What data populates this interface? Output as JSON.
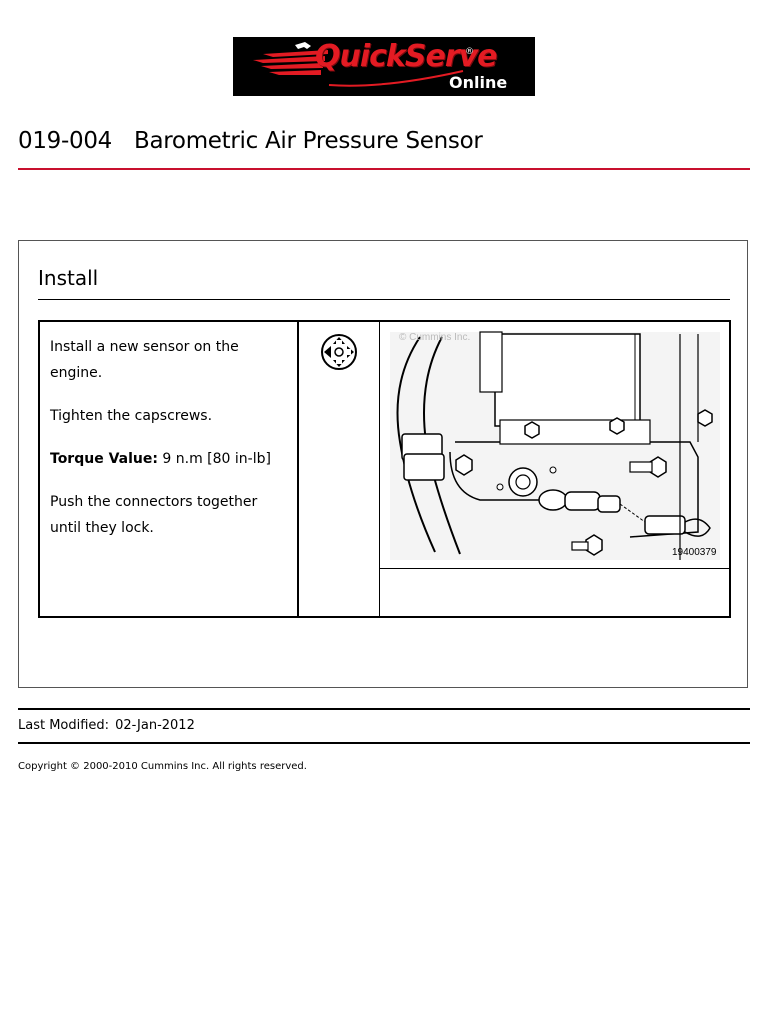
{
  "header": {
    "logo_brand": "QuickServe",
    "logo_reg": "®",
    "logo_suffix": "Online"
  },
  "procedure": {
    "code": "019-004",
    "title": "Barometric Air Pressure Sensor"
  },
  "section": {
    "title": "Install",
    "step_texts": [
      "Install a new sensor on the engine.",
      "Tighten the capscrews.",
      "Push the connectors together until they lock."
    ],
    "torque_label": "Torque Value:",
    "torque_value": "9  n.m  [80 in-lb]",
    "tool_icon": "socket-wrench-tool-icon",
    "figure_number": "19400379",
    "figure_watermark": "© Cummins Inc."
  },
  "footer": {
    "last_modified_label": "Last Modified:",
    "last_modified_value": "02-Jan-2012",
    "copyright": "Copyright © 2000-2010  Cummins Inc.  All rights reserved."
  },
  "colors": {
    "accent_red": "#c8102e",
    "logo_red": "#e31b23",
    "logo_bg": "#000000"
  }
}
